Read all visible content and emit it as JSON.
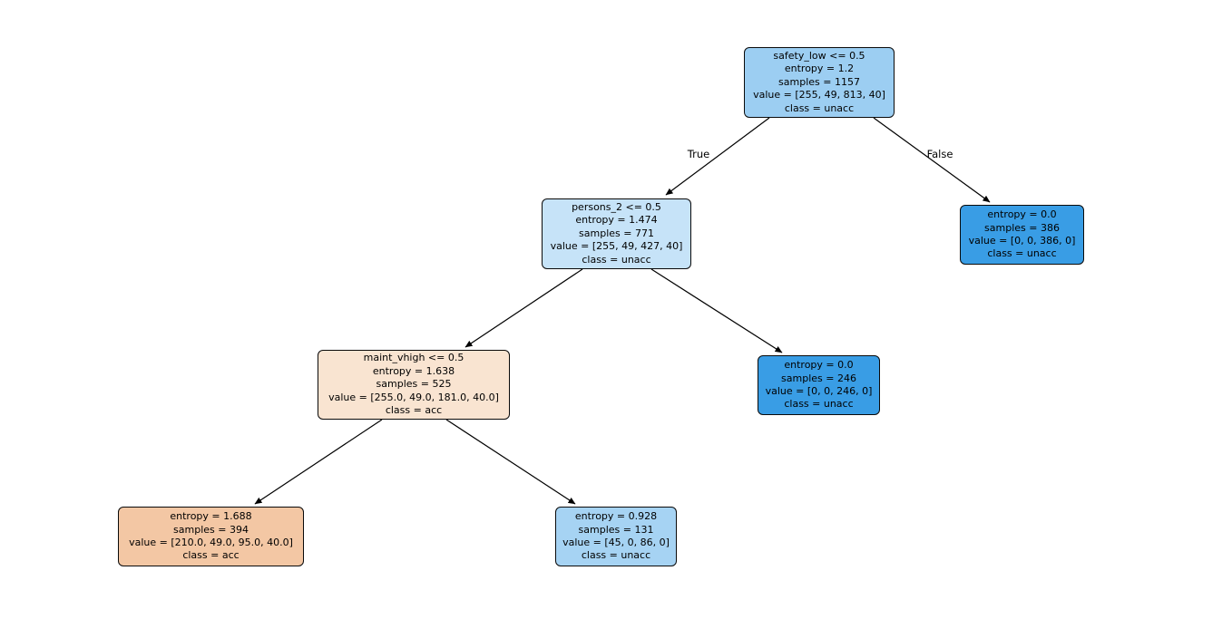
{
  "diagram": {
    "type": "decision-tree",
    "edge_labels": {
      "true": "True",
      "false": "False"
    },
    "colors": {
      "background": "#ffffff",
      "node_border": "#0a0a0a",
      "edge_line": "#000000",
      "class_unacc_pure": "#399de5",
      "class_acc_tint": "#f3c7a4"
    },
    "nodes": [
      {
        "id": "root",
        "fill": "#9ccef2",
        "lines": [
          "safety_low <= 0.5",
          "entropy = 1.2",
          "samples = 1157",
          "value = [255, 49, 813, 40]",
          "class = unacc"
        ]
      },
      {
        "id": "depth1-left",
        "fill": "#c6e3f8",
        "lines": [
          "persons_2 <= 0.5",
          "entropy = 1.474",
          "samples = 771",
          "value = [255, 49, 427, 40]",
          "class = unacc"
        ]
      },
      {
        "id": "depth1-right-leaf",
        "fill": "#399de5",
        "lines": [
          "entropy = 0.0",
          "samples = 386",
          "value = [0, 0, 386, 0]",
          "class = unacc"
        ]
      },
      {
        "id": "depth2-left",
        "fill": "#f9e4d1",
        "lines": [
          "maint_vhigh <= 0.5",
          "entropy = 1.638",
          "samples = 525",
          "value = [255.0, 49.0, 181.0, 40.0]",
          "class = acc"
        ]
      },
      {
        "id": "depth2-right-leaf",
        "fill": "#399de5",
        "lines": [
          "entropy = 0.0",
          "samples = 246",
          "value = [0, 0, 246, 0]",
          "class = unacc"
        ]
      },
      {
        "id": "depth3-left-leaf",
        "fill": "#f3c7a4",
        "lines": [
          "entropy = 1.688",
          "samples = 394",
          "value = [210.0, 49.0, 95.0, 40.0]",
          "class = acc"
        ]
      },
      {
        "id": "depth3-right-leaf",
        "fill": "#a6d3f3",
        "lines": [
          "entropy = 0.928",
          "samples = 131",
          "value = [45, 0, 86, 0]",
          "class = unacc"
        ]
      }
    ]
  }
}
